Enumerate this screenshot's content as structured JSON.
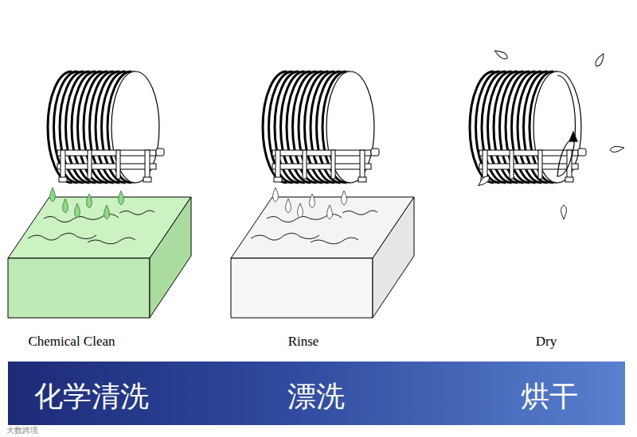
{
  "diagram": {
    "nodes": [
      {
        "text": [
          "化学清洗",
          "漂洗",
          "烘干"
        ]
      }
    ],
    "labels": [
      "Chemical Clean",
      "Rinse",
      "Dry",
      "大数跨境"
    ]
  }
}
